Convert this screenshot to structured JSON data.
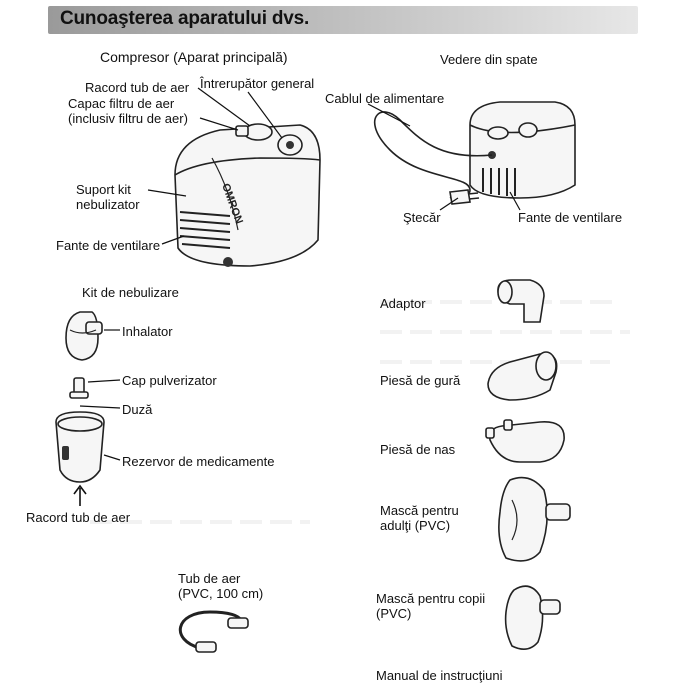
{
  "title": "Cunoaşterea aparatului dvs.",
  "sections": {
    "compressor_heading": "Compresor (Aparat principală)",
    "rear_view_heading": "Vedere din spate",
    "nebulizer_kit_heading": "Kit de nebulizare"
  },
  "compressor_labels": {
    "air_tube_connector": "Racord tub de aer",
    "main_switch": "Întrerupător general",
    "air_filter_cover": "Capac filtru de aer\n(inclusiv filtru de aer)",
    "nebulizer_kit_holder": "Suport kit\nnebulizator",
    "air_vents": "Fante de ventilare"
  },
  "rear_labels": {
    "power_cable": "Cablul de alimentare",
    "plug": "Ştecăr",
    "air_vents": "Fante de ventilare"
  },
  "kit_labels": {
    "inhaler": "Inhalator",
    "spray_head": "Cap pulverizator",
    "nozzle": "Duză",
    "medication_tank": "Rezervor de medicamente",
    "air_tube_connector": "Racord tub de aer"
  },
  "accessories": {
    "air_tube": "Tub de aer\n(PVC, 100 cm)",
    "adapter": "Adaptor",
    "mouthpiece": "Piesă de gură",
    "nose_piece": "Piesă de nas",
    "adult_mask": "Mască pentru\nadulţi (PVC)",
    "child_mask": "Mască pentru copii\n(PVC)",
    "manual": "Manual de instrucţiuni"
  },
  "brand_logo": "OMRON"
}
